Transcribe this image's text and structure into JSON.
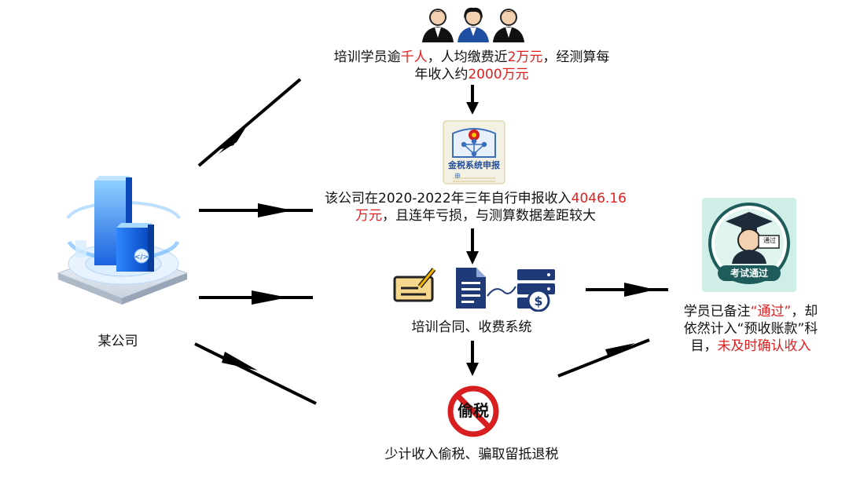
{
  "company": {
    "label": "某公司"
  },
  "students": {
    "line1_a": "培训学员逾",
    "line1_b": "千人",
    "line1_c": "，人均缴费近",
    "line1_d": "2万元",
    "line1_e": "，经测算每",
    "line2_a": "年收入约",
    "line2_b": "2000万元"
  },
  "tax_system": {
    "logo_text": "金税系统申报",
    "logo_sub": "申",
    "line1_a": "该公司在2020-2022年三年自行申报收入",
    "line1_b": "4046.16",
    "line2_a": "万元",
    "line2_b": "，且连年亏损，与测算数据差距较大"
  },
  "contract": {
    "label": "培训合同、收费系统"
  },
  "evasion": {
    "icon_text": "偷税",
    "label": "少计收入偷税、骗取留抵退税"
  },
  "exam": {
    "badge_text": "考试通过",
    "board_text": "通过",
    "line1_a": "学员已备注",
    "line1_b": "“通过”",
    "line1_c": "，却",
    "line2": "依然计入“预收账款”科",
    "line3_a": "目，",
    "line3_b": "未及时确认收入"
  },
  "colors": {
    "highlight": "#e02020",
    "arrow": "#000000",
    "badge_bg": "#cfeee8"
  }
}
